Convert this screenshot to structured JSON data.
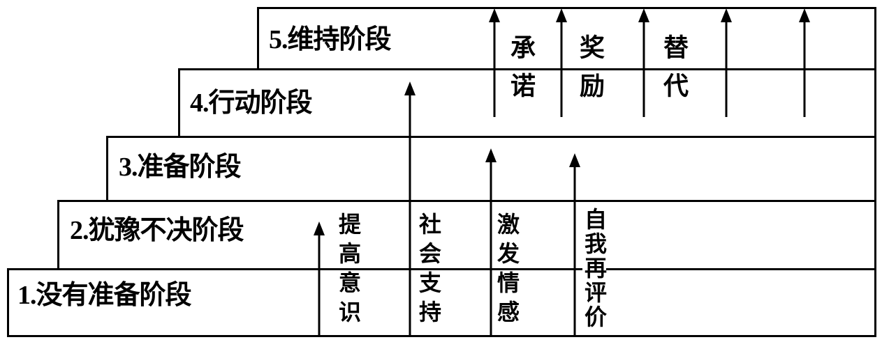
{
  "diagram": {
    "description": "Five-step staircase diagram of behavior-change stages with upward arrows for change processes",
    "stages": [
      {
        "label": "1.没有准备阶段"
      },
      {
        "label": "2.犹豫不决阶段"
      },
      {
        "label": "3.准备阶段"
      },
      {
        "label": "4.行动阶段"
      },
      {
        "label": "5.维持阶段"
      }
    ],
    "processes_lower": [
      {
        "label": "提高意识"
      },
      {
        "label": "社会支持"
      },
      {
        "label": "激发情感"
      },
      {
        "label": "自我再评价"
      }
    ],
    "processes_upper": [
      {
        "label": "承诺"
      },
      {
        "label": "奖励"
      },
      {
        "label": "替代"
      }
    ],
    "colors": {
      "line": "#000000",
      "background": "#ffffff"
    }
  }
}
